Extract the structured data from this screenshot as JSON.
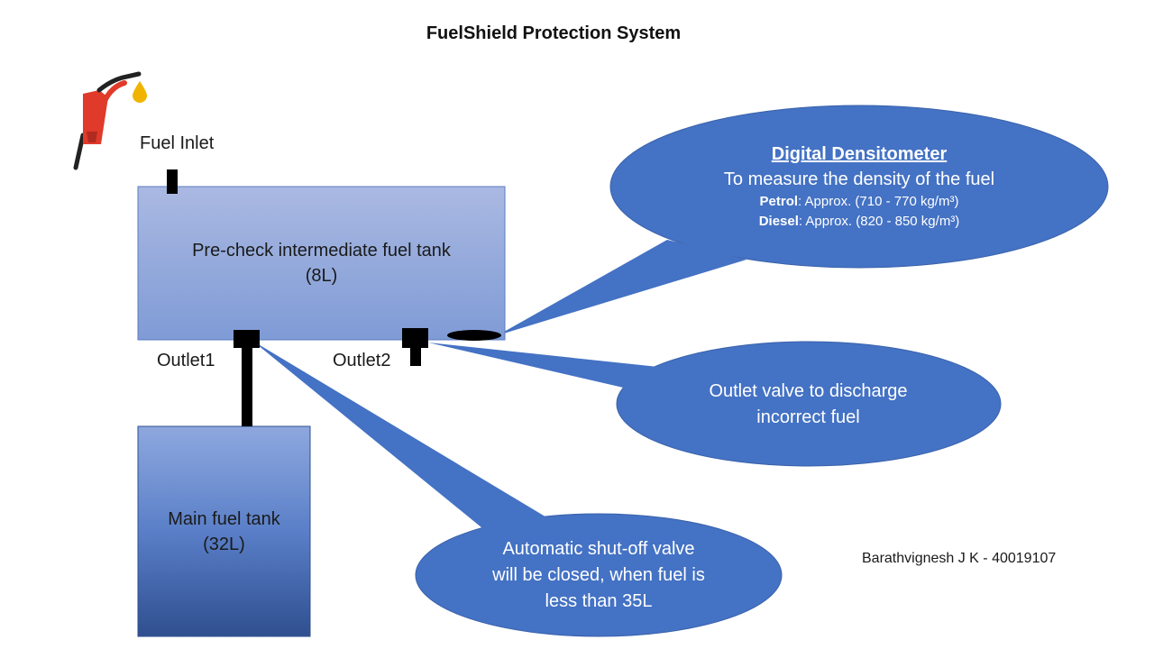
{
  "title": "FuelShield Protection System",
  "labels": {
    "fuel_inlet": "Fuel Inlet",
    "outlet1": "Outlet1",
    "outlet2": "Outlet2"
  },
  "pre_tank": {
    "name": "Pre-check intermediate fuel tank",
    "capacity": "(8L)"
  },
  "main_tank": {
    "name": "Main fuel tank",
    "capacity": "(32L)"
  },
  "densitometer": {
    "heading": "Digital Densitometer",
    "description": "To measure the density of the fuel",
    "petrol_label": "Petrol",
    "petrol_value": ": Approx. (710 - 770 kg/m³)",
    "diesel_label": "Diesel",
    "diesel_value": ": Approx. (820 - 850 kg/m³)"
  },
  "outlet_valve_callout": {
    "line1": "Outlet valve to discharge",
    "line2": "incorrect fuel"
  },
  "shutoff_callout": {
    "line1": "Automatic shut-off valve",
    "line2": "will be closed, when fuel is",
    "line3": "less than 35L"
  },
  "author": "Barathvignesh J K - 40019107",
  "colors": {
    "callout_blue": "#4472c4",
    "tank_light": "#a9b9e1",
    "tank_dark": "#2f4f8f",
    "pipe": "#000000",
    "nozzle_red": "#e03a2a",
    "fuel_drop": "#f0b400"
  },
  "icons": [
    "fuel-nozzle-icon",
    "fuel-drop-icon"
  ]
}
